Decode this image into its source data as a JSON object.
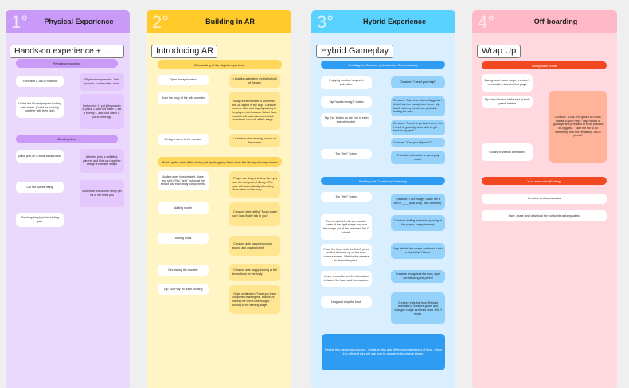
{
  "columns": [
    {
      "number": "1°",
      "title": "Physical Experience",
      "section": "Hands-on experience + ...",
      "bands": [
        "Female preparation",
        "Bonding time"
      ],
      "notes": [
        "Purchase a Jell-O mold kit",
        "Physical components: Jello powder, cookie cutter, mold",
        "Under the kit and prepare looking jello sheet. (Could be working together with their kids)",
        "Instruction: 1. put jello powder in place 2. add hot water 3. stir it evenly 4. add cold water 5. put in the fridge",
        "place jello on a white background",
        "After the jello is solidified, parents and kids can together design a monster shape",
        "Cut the outline freely",
        "customize the outline freely get rid of the extra jelo",
        "Finishing the physical building part"
      ]
    },
    {
      "number": "2°",
      "title": "Building in AR",
      "section": "Introducing AR",
      "bands": [
        "Onboarding of the digital experience",
        "Build up the rest of the body part by dragging them from the library of components"
      ],
      "notes": [
        "Open the application",
        "• Loading animation • Initial tutorial of the app",
        "Scan the body of the jello monster",
        "• Body of the monster is confirmed into 3D object in the app • Creature become alive and happily talking to the player, but because it dont have mouth it will just make some blob sound and can look at this stage",
        "Giving a name to the monster",
        "• Creature start moving around on the screen",
        "Adding eyes (customize it, place and size) (Tap \"next\" button at the end of add each body components)",
        "• Player can drag and drop the eyes from the component library • The eyes will automatically when they place them on the body",
        "Adding mouth",
        "• Creature start talking \"Much easier now! I can finally talk to you\"",
        "Adding limbs",
        "• Creature acts happy, bouncing around and waving hands",
        "Decorating the monster",
        "• Creature acts happy looking at the decorations on the body",
        "Tap \"Go Play\" to finish building",
        "• Oops confirmed • \"Have you have completed building me, thanks for making me feel a little hungry.\" • Moving to the feeding stage"
      ]
    },
    {
      "number": "3°",
      "title": "Hybrid Experience",
      "section": "Hybrid Gameplay",
      "bands": [
        "Feeding the Creature (Introduction Conversation)",
        "Feeding the Creature (Gameplay)"
      ],
      "notes": [
        "Enjoying creature's speech animation.",
        "Creature: \"I need your help!\"",
        "Tap \"what's wrong?\" button",
        "Creature: \"I am from planet Jiggylitta. I think I lost the candy from home. My family and my friends are probably looking for me.\"",
        "Tap \"no\" button on the end of each speech bubble.",
        "Creature: \"I want to go back home, but I need to grow big to be able to get back to my spot\"",
        "Creature: \"Can you help me?\"",
        "Tap \"Yes!\" button",
        "Transition animation to gameplay mode.",
        "Tap \"Yes!\" button",
        "Creature: \"I am hungry. Make me a Jell-O ____ (star, crap, ball, crescent)\"",
        "Parent and kid jello up a cookie cutter of the right shape and cuts the shape out of the prepared Jell-O sheet.",
        "Creature waiting animation (staring at the player, jumpy bounce)",
        "Place the hand with the Jell-O piece so that it shows up on the front camera screen. Wait for the camera to detect the piece.",
        "App detects the shape and turns it into a virtual Jell-O food.",
        "Hover around to see the interaction between the hand and the creature.",
        "Creature recognizes the food, eyes are following the parent",
        "Drag and drop the food.",
        "Creature eats the food (Reward animation). Creature grows and changes shape as it eats more Jell-O foods.",
        "Repeat this gameplay process - Creature also ask different combinations of food - Once it is different size will ask how to answer in its original shape."
      ]
    },
    {
      "number": "4°",
      "title": "Off-boarding",
      "section": "Wrap Up",
      "bands": [
        "Going back home",
        "Your awesome (Ending)"
      ],
      "notes": [
        "Background music stops, creature's eyes widen, launchoffect plays",
        "Tap \"zero\" button at the end of each speech bubble.",
        "Creature: \"Look, I've grown so much, thanks to your help!\" Says words of goodbye and promises to send pictures of Jiggylitta. \"Take the kid to do something with the remaining Jell-O pieces\"",
        "Closing transition animation.",
        "Creature sends postcards",
        "Save, share, and download the postcards as keepsakes."
      ]
    }
  ]
}
